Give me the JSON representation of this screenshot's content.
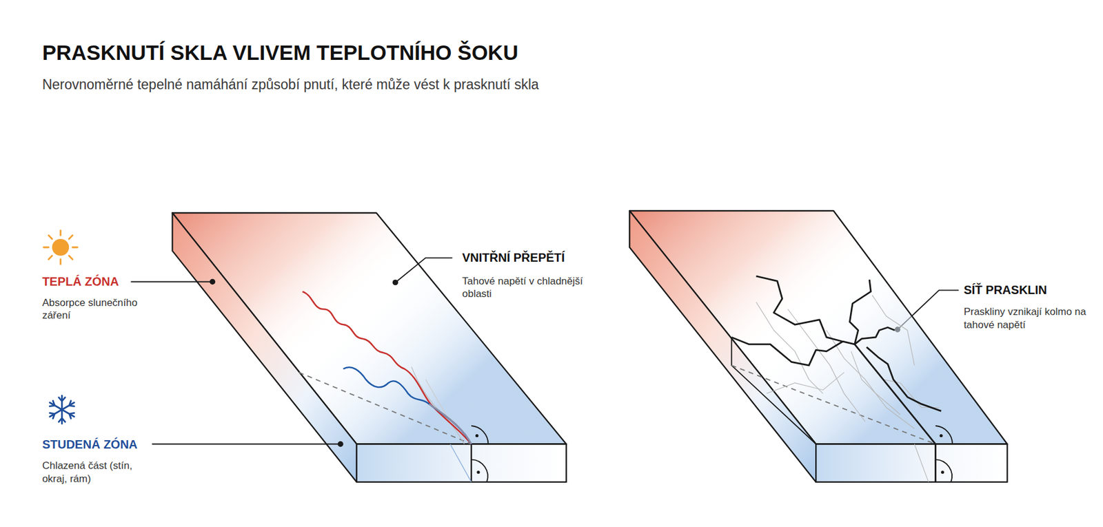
{
  "diagram": {
    "title": "PRASKNUTÍ SKLA VLIVEM TEPLOTNÍHO ŠOKU",
    "labels": [
      "Nerovnoměrné tepelné namáhání způsobí pnutí, které může vést k prasknutí skla",
      "TEPLÁ ZÓNA",
      "Absorpce slunečního záření",
      "STUDENÁ ZÓNA",
      "Chlazená část (stín, okraj, rám)",
      "VNITŘNÍ PŘEPĚTÍ",
      "Tahové napětí v chladnější oblasti",
      "SÍŤ PRASKLIN",
      "Praskliny vznikají kolmo na tahové napětí"
    ]
  }
}
